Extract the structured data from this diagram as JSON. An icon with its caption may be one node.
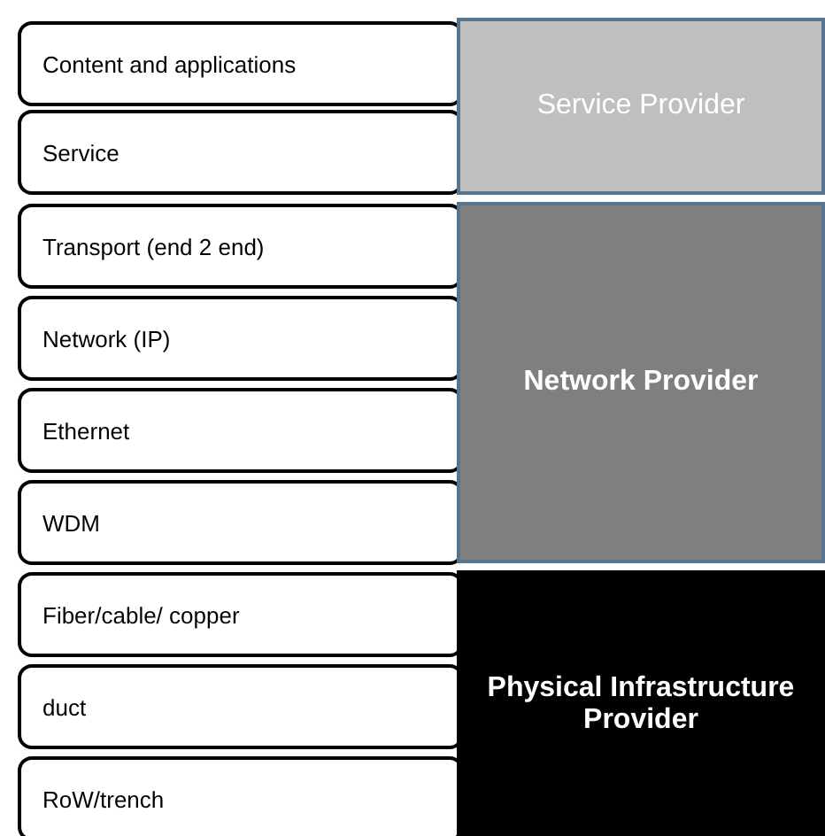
{
  "diagram": {
    "nodes": [
      {
        "text": [
          "Content and applications"
        ]
      },
      {
        "text": [
          "Service"
        ]
      },
      {
        "text": [
          "Transport  (end 2 end)"
        ]
      },
      {
        "text": [
          "Network (IP)"
        ]
      },
      {
        "text": [
          "Ethernet"
        ]
      },
      {
        "text": [
          "WDM"
        ]
      },
      {
        "text": [
          "Fiber/cable/ copper"
        ]
      },
      {
        "text": [
          "duct"
        ]
      },
      {
        "text": [
          "RoW/trench"
        ]
      },
      {
        "text": [
          "Service Provider"
        ]
      },
      {
        "text": [
          "Network Provider"
        ]
      },
      {
        "text": [
          "Physical Infrastructure Provider"
        ]
      }
    ]
  }
}
